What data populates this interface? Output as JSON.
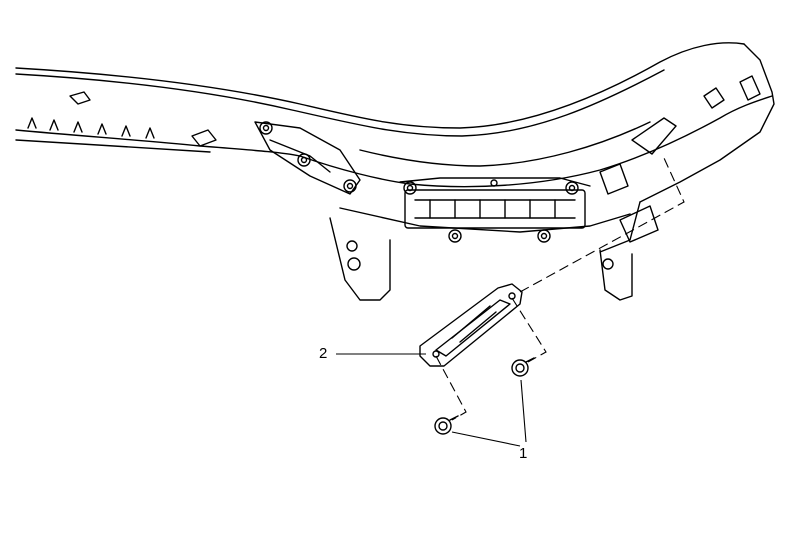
{
  "diagram": {
    "callouts": [
      {
        "id": "1",
        "text": "1"
      },
      {
        "id": "2",
        "text": "2"
      }
    ],
    "line_color": "#000000",
    "background": "#ffffff"
  }
}
